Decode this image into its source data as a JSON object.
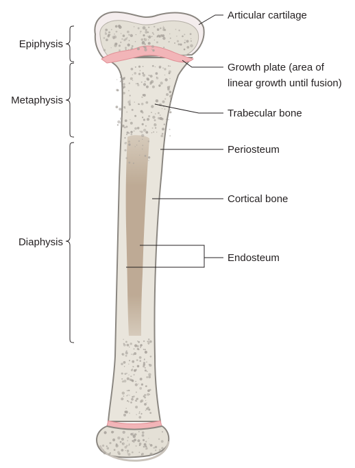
{
  "diagram": {
    "regions": {
      "epiphysis": "Epiphysis",
      "metaphysis": "Metaphysis",
      "diaphysis": "Diaphysis"
    },
    "structures": {
      "articular_cartilage": "Articular cartilage",
      "growth_plate_line1": "Growth plate (area of",
      "growth_plate_line2": "linear growth until fusion)",
      "trabecular_bone": "Trabecular bone",
      "periosteum": "Periosteum",
      "cortical_bone": "Cortical bone",
      "endosteum": "Endosteum"
    },
    "colors": {
      "cortical": "#e7e3d8",
      "outline": "#8a8680",
      "marrow_cavity": "#b9a48d",
      "growth_plate": "#f2b5b8",
      "cartilage": "#f5eeee",
      "trabecular_pores": "#a8a39c"
    }
  }
}
